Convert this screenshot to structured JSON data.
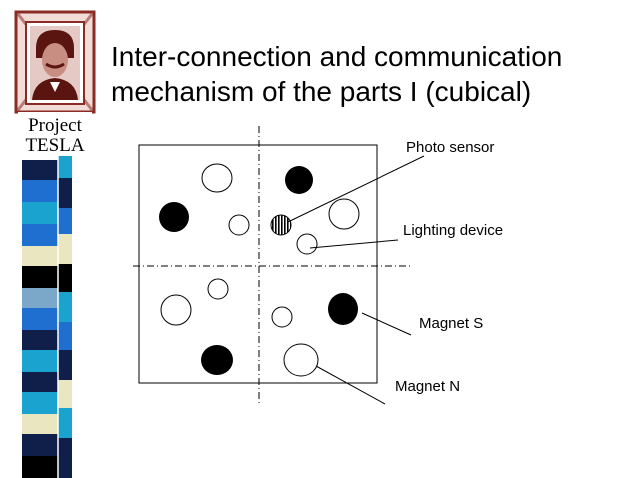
{
  "slide": {
    "title_line1": "Inter-connection and communication",
    "title_line2": "mechanism of the parts I (cubical)"
  },
  "logo": {
    "line1": "Project",
    "line2": "TESLA"
  },
  "labels": {
    "photo_sensor": "Photo sensor",
    "lighting_device": "Lighting device",
    "magnet_s": "Magnet S",
    "magnet_n": "Magnet N"
  },
  "colors": {
    "logo_frame": "#8b2b25",
    "stripe_palette": [
      "#0f1f4a",
      "#1f6fd1",
      "#1aa3cf",
      "#e9e6c0",
      "#000000",
      "#7ba8c8"
    ]
  }
}
